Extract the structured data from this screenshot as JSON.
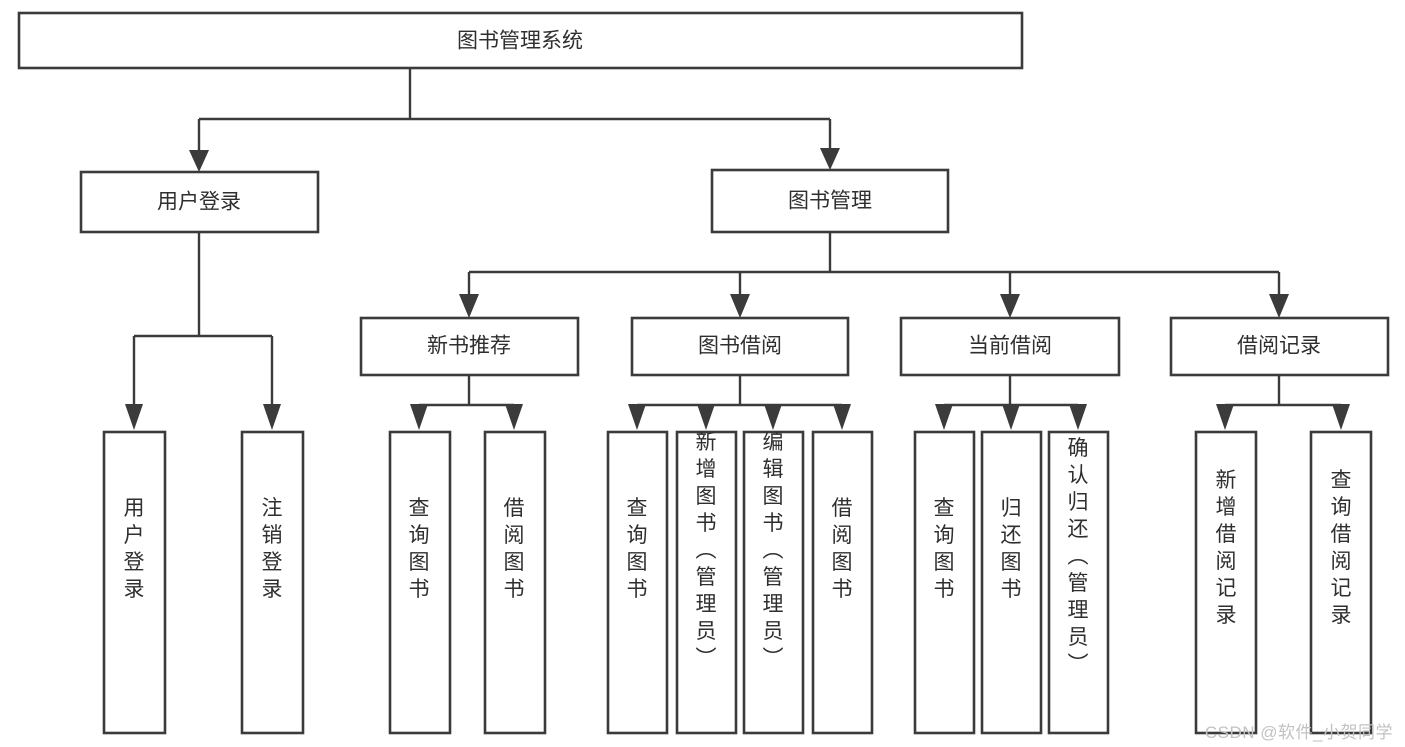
{
  "diagram": {
    "type": "tree",
    "title": "图书管理系统",
    "orientation": "top-down",
    "watermark": "CSDN @软件_小贺同学",
    "colors": {
      "box_fill": "#ffffff",
      "box_stroke": "#3b3b3b",
      "connector": "#3b3b3b",
      "text": "#2f2f2f",
      "background": "#ffffff",
      "watermark": "#c2c2c2"
    },
    "root": {
      "label": "图书管理系统"
    },
    "level1": [
      {
        "label": "用户登录"
      },
      {
        "label": "图书管理"
      }
    ],
    "level2": [
      {
        "label": "新书推荐",
        "parent": "图书管理"
      },
      {
        "label": "图书借阅",
        "parent": "图书管理"
      },
      {
        "label": "当前借阅",
        "parent": "图书管理"
      },
      {
        "label": "借阅记录",
        "parent": "图书管理"
      }
    ],
    "leaves": {
      "用户登录": [
        {
          "label": "用户登录"
        },
        {
          "label": "注销登录"
        }
      ],
      "新书推荐": [
        {
          "label": "查询图书"
        },
        {
          "label": "借阅图书"
        }
      ],
      "图书借阅": [
        {
          "label": "查询图书"
        },
        {
          "label": "新增图书（管理员）"
        },
        {
          "label": "编辑图书（管理员）"
        },
        {
          "label": "借阅图书"
        }
      ],
      "当前借阅": [
        {
          "label": "查询图书"
        },
        {
          "label": "归还图书"
        },
        {
          "label": "确认归还（管理员）"
        }
      ],
      "借阅记录": [
        {
          "label": "新增借阅记录"
        },
        {
          "label": "查询借阅记录"
        }
      ]
    }
  }
}
